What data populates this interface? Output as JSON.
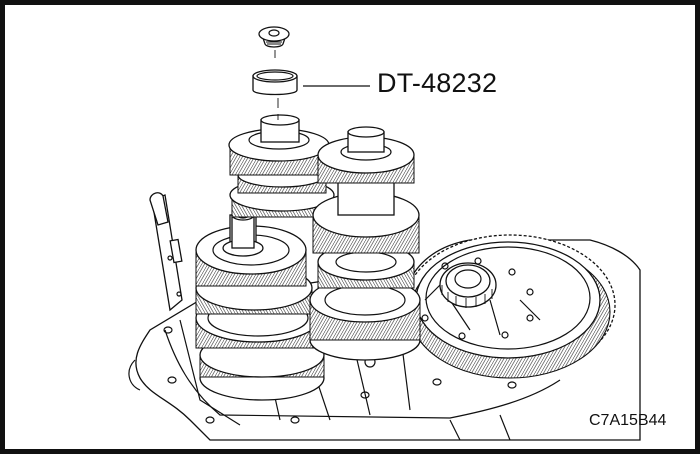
{
  "figure": {
    "callout": {
      "label": "DT-48232",
      "target": "installer-cup-tool"
    },
    "figure_id": "C7A15B44",
    "components": [
      "bolt",
      "DT-48232 installer",
      "input shaft gear stack",
      "output shaft gear stack",
      "secondary shaft gear stack",
      "shift fork / lever",
      "differential ring gear",
      "transaxle case"
    ],
    "colors": {
      "line": "#111111",
      "background": "#ffffff",
      "border": "#111111"
    }
  }
}
